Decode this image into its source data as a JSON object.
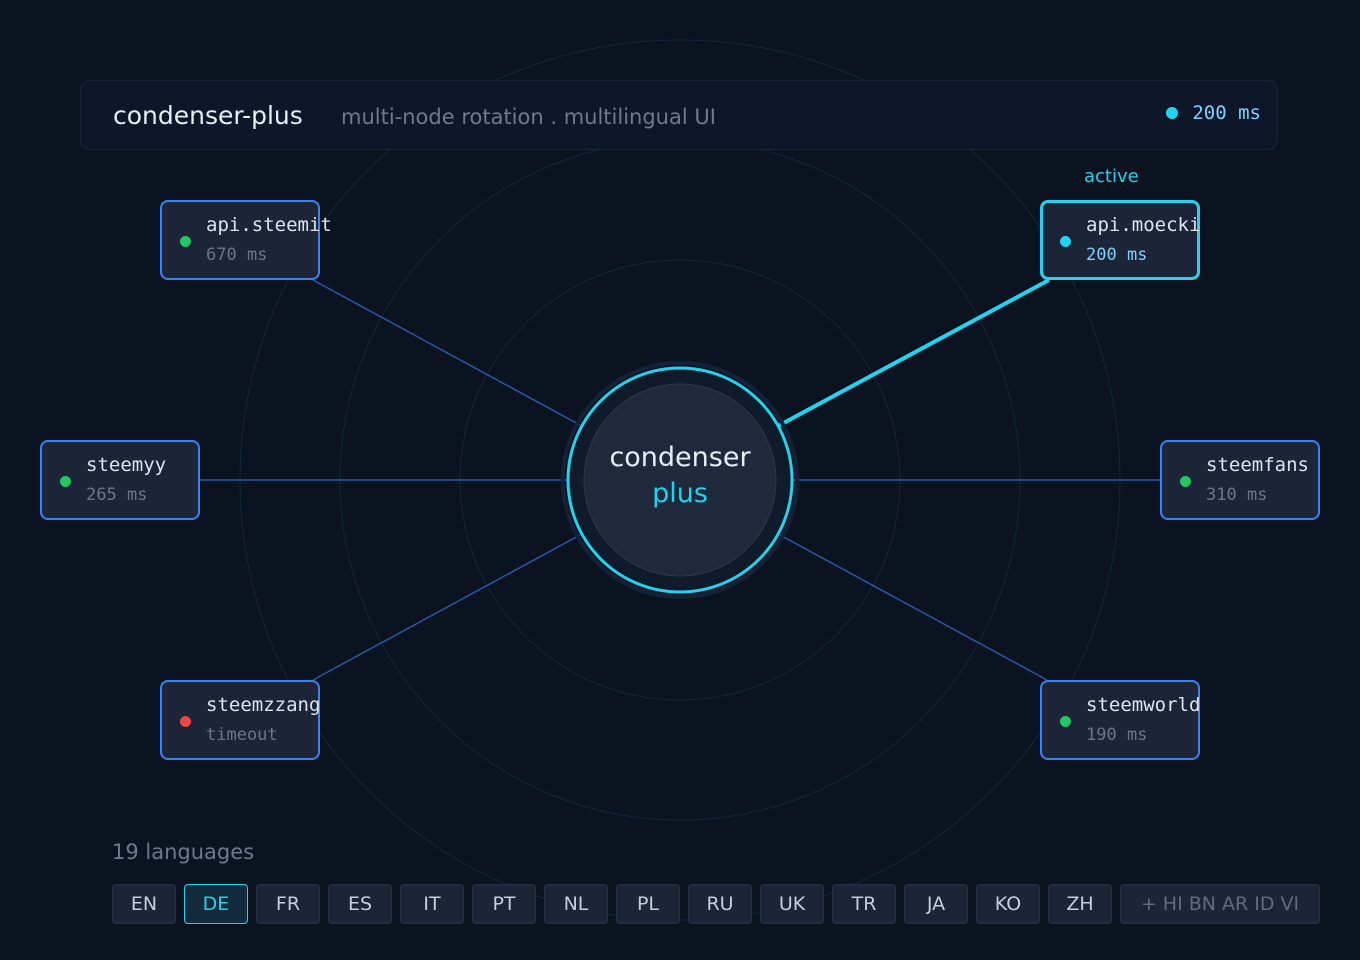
{
  "header": {
    "title": "condenser-plus",
    "subtitle": "multi-node rotation . multilingual UI",
    "latency": "200 ms",
    "latency_color": "#22d3ee"
  },
  "hub": {
    "line1": "condenser",
    "line2": "plus"
  },
  "active_label": "active",
  "nodes": [
    {
      "name": "api.steemit",
      "latency": "670 ms",
      "status": "ok",
      "active": false
    },
    {
      "name": "api.moecki",
      "latency": "200 ms",
      "status": "active",
      "active": true
    },
    {
      "name": "steemyy",
      "latency": "265 ms",
      "status": "ok",
      "active": false
    },
    {
      "name": "steemfans",
      "latency": "310 ms",
      "status": "ok",
      "active": false
    },
    {
      "name": "steemzzang",
      "latency": "timeout",
      "status": "down",
      "active": false
    },
    {
      "name": "steemworld",
      "latency": "190 ms",
      "status": "ok",
      "active": false
    }
  ],
  "status_colors": {
    "ok": "#22c55e",
    "down": "#ef4444",
    "active": "#22d3ee"
  },
  "languages": {
    "heading": "19 languages",
    "buttons": [
      "EN",
      "DE",
      "FR",
      "ES",
      "IT",
      "PT",
      "NL",
      "PL",
      "RU",
      "UK",
      "TR",
      "JA",
      "KO",
      "ZH"
    ],
    "selected": "DE",
    "more": "+ HI BN AR ID VI"
  }
}
